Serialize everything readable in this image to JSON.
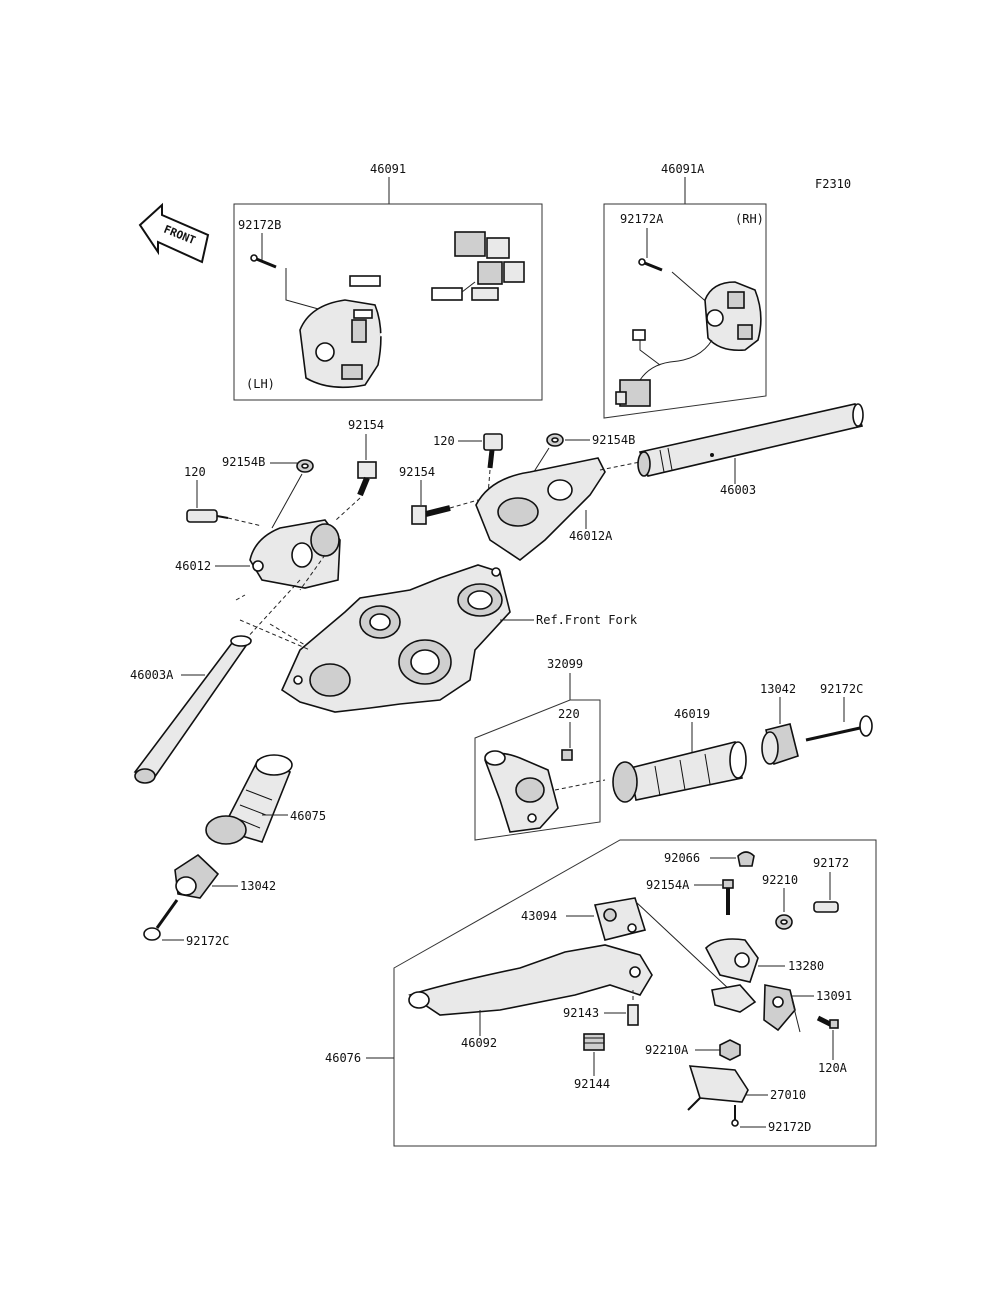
{
  "figure_code": "F2310",
  "front_label": "FRONT",
  "groups": {
    "lh_switch": {
      "part_no": "46091",
      "side": "(LH)",
      "screw": "92172B"
    },
    "rh_switch": {
      "part_no": "46091A",
      "side": "(RH)",
      "screw": "92172A"
    },
    "throttle": {
      "part_no": "32099",
      "screw": "220"
    },
    "lever_assy": {
      "part_no": "46076"
    }
  },
  "parts": {
    "p120_left": "120",
    "p92154B_left": "92154B",
    "p92154_left": "92154",
    "p46012": "46012",
    "p46003A": "46003A",
    "p120_right": "120",
    "p92154B_right": "92154B",
    "p92154_right": "92154",
    "p46012A": "46012A",
    "p46003": "46003",
    "ref_front_fork": "Ref.Front Fork",
    "p46075": "46075",
    "p13042_left": "13042",
    "p92172C_left": "92172C",
    "p46019": "46019",
    "p13042_right": "13042",
    "p92172C_right": "92172C",
    "p92066": "92066",
    "p92154A": "92154A",
    "p92210": "92210",
    "p92172": "92172",
    "p43094": "43094",
    "p13280": "13280",
    "p13091": "13091",
    "p92143": "92143",
    "p46092": "46092",
    "p92210A": "92210A",
    "p120A": "120A",
    "p92144": "92144",
    "p27010": "27010",
    "p92172D": "92172D"
  }
}
